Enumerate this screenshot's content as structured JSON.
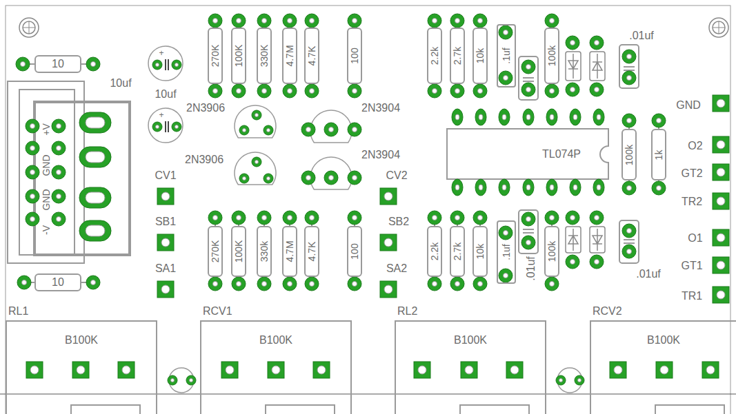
{
  "diagram": {
    "nodes": [
      {
        "text": [
          "10"
        ]
      },
      {
        "text": [
          "270K"
        ]
      },
      {
        "text": [
          "100K"
        ]
      },
      {
        "text": [
          "330K"
        ]
      },
      {
        "text": [
          "4.7M"
        ]
      },
      {
        "text": [
          "4.7K"
        ]
      },
      {
        "text": [
          "100"
        ]
      },
      {
        "text": [
          "2.2k"
        ]
      },
      {
        "text": [
          "2.7k"
        ]
      },
      {
        "text": [
          "10k"
        ]
      },
      {
        "text": [
          ".1uf"
        ]
      },
      {
        "text": [
          "100k"
        ]
      },
      {
        "text": [
          "TL074P"
        ]
      },
      {
        "text": [
          "100k"
        ]
      },
      {
        "text": [
          "1k"
        ]
      },
      {
        "text": [
          "270K"
        ]
      },
      {
        "text": [
          "100K"
        ]
      },
      {
        "text": [
          "330k"
        ]
      },
      {
        "text": [
          "4.7M"
        ]
      },
      {
        "text": [
          "4.7K"
        ]
      },
      {
        "text": [
          "100"
        ]
      },
      {
        "text": [
          "2.2k"
        ]
      },
      {
        "text": [
          "2.7k"
        ]
      },
      {
        "text": [
          "10k"
        ]
      },
      {
        "text": [
          ".1uf"
        ]
      },
      {
        "text": [
          "100k"
        ]
      },
      {
        "text": [
          "10"
        ]
      },
      {
        "text": [
          "RL1",
          "B100K"
        ]
      },
      {
        "text": [
          "RCV1",
          "B100K"
        ]
      },
      {
        "text": [
          "RL2",
          "B100K"
        ]
      },
      {
        "text": [
          "RCV2",
          "B100K"
        ]
      }
    ],
    "labels": [
      "10uf",
      "10uf",
      "+",
      "+",
      "2N3906",
      "2N3904",
      "2N3906",
      "2N3904",
      "CV1",
      "SB1",
      "SA1",
      "CV2",
      "SB2",
      "SA2",
      ".01uf",
      "GND",
      "O2",
      "GT2",
      "TR2",
      "O1",
      "GT1",
      "TR1",
      ".01uf",
      ".01uf",
      "+V",
      "GND",
      "GND",
      "-V"
    ]
  }
}
